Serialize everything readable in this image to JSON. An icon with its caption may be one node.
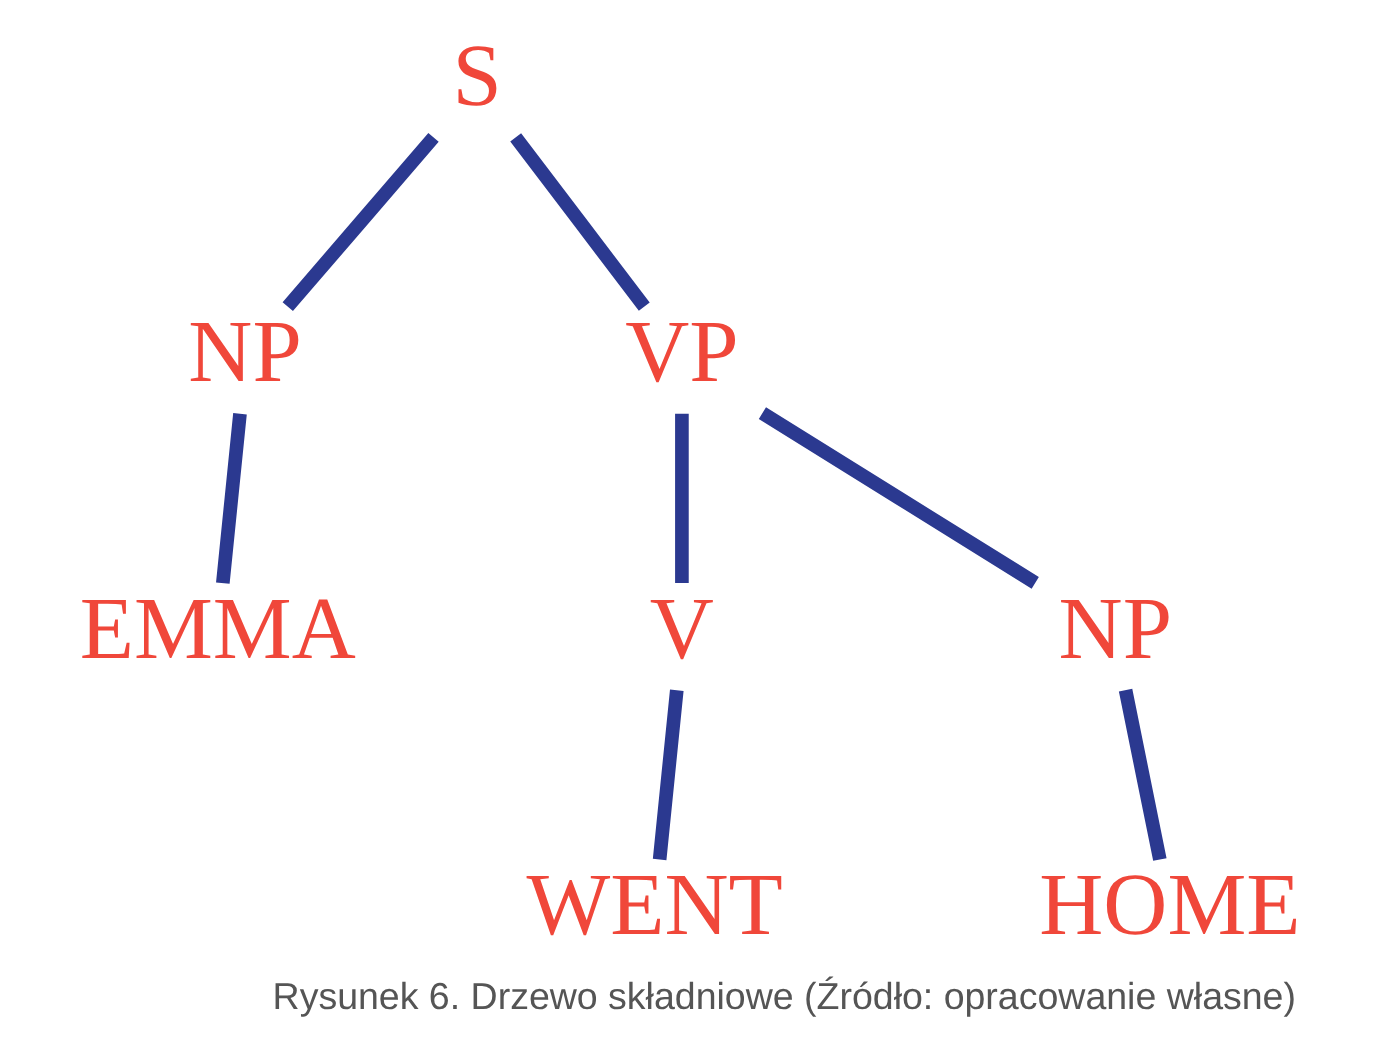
{
  "diagram": {
    "caption": "Rysunek 6. Drzewo składniowe (Źródło: opracowanie własne)",
    "nodes": [
      {
        "text": [
          "S"
        ]
      },
      {
        "text": [
          "NP"
        ]
      },
      {
        "text": [
          "VP"
        ]
      },
      {
        "text": [
          "EMMA"
        ]
      },
      {
        "text": [
          "V"
        ]
      },
      {
        "text": [
          "NP"
        ]
      },
      {
        "text": [
          "WENT"
        ]
      },
      {
        "text": [
          "HOME"
        ]
      }
    ],
    "edges": [
      {
        "from": 0,
        "to": 1,
        "arrow": "none"
      },
      {
        "from": 0,
        "to": 2,
        "arrow": "none"
      },
      {
        "from": 1,
        "to": 3,
        "arrow": "none"
      },
      {
        "from": 2,
        "to": 4,
        "arrow": "none"
      },
      {
        "from": 2,
        "to": 5,
        "arrow": "none"
      },
      {
        "from": 4,
        "to": 6,
        "arrow": "none"
      },
      {
        "from": 5,
        "to": 7,
        "arrow": "none"
      }
    ]
  }
}
